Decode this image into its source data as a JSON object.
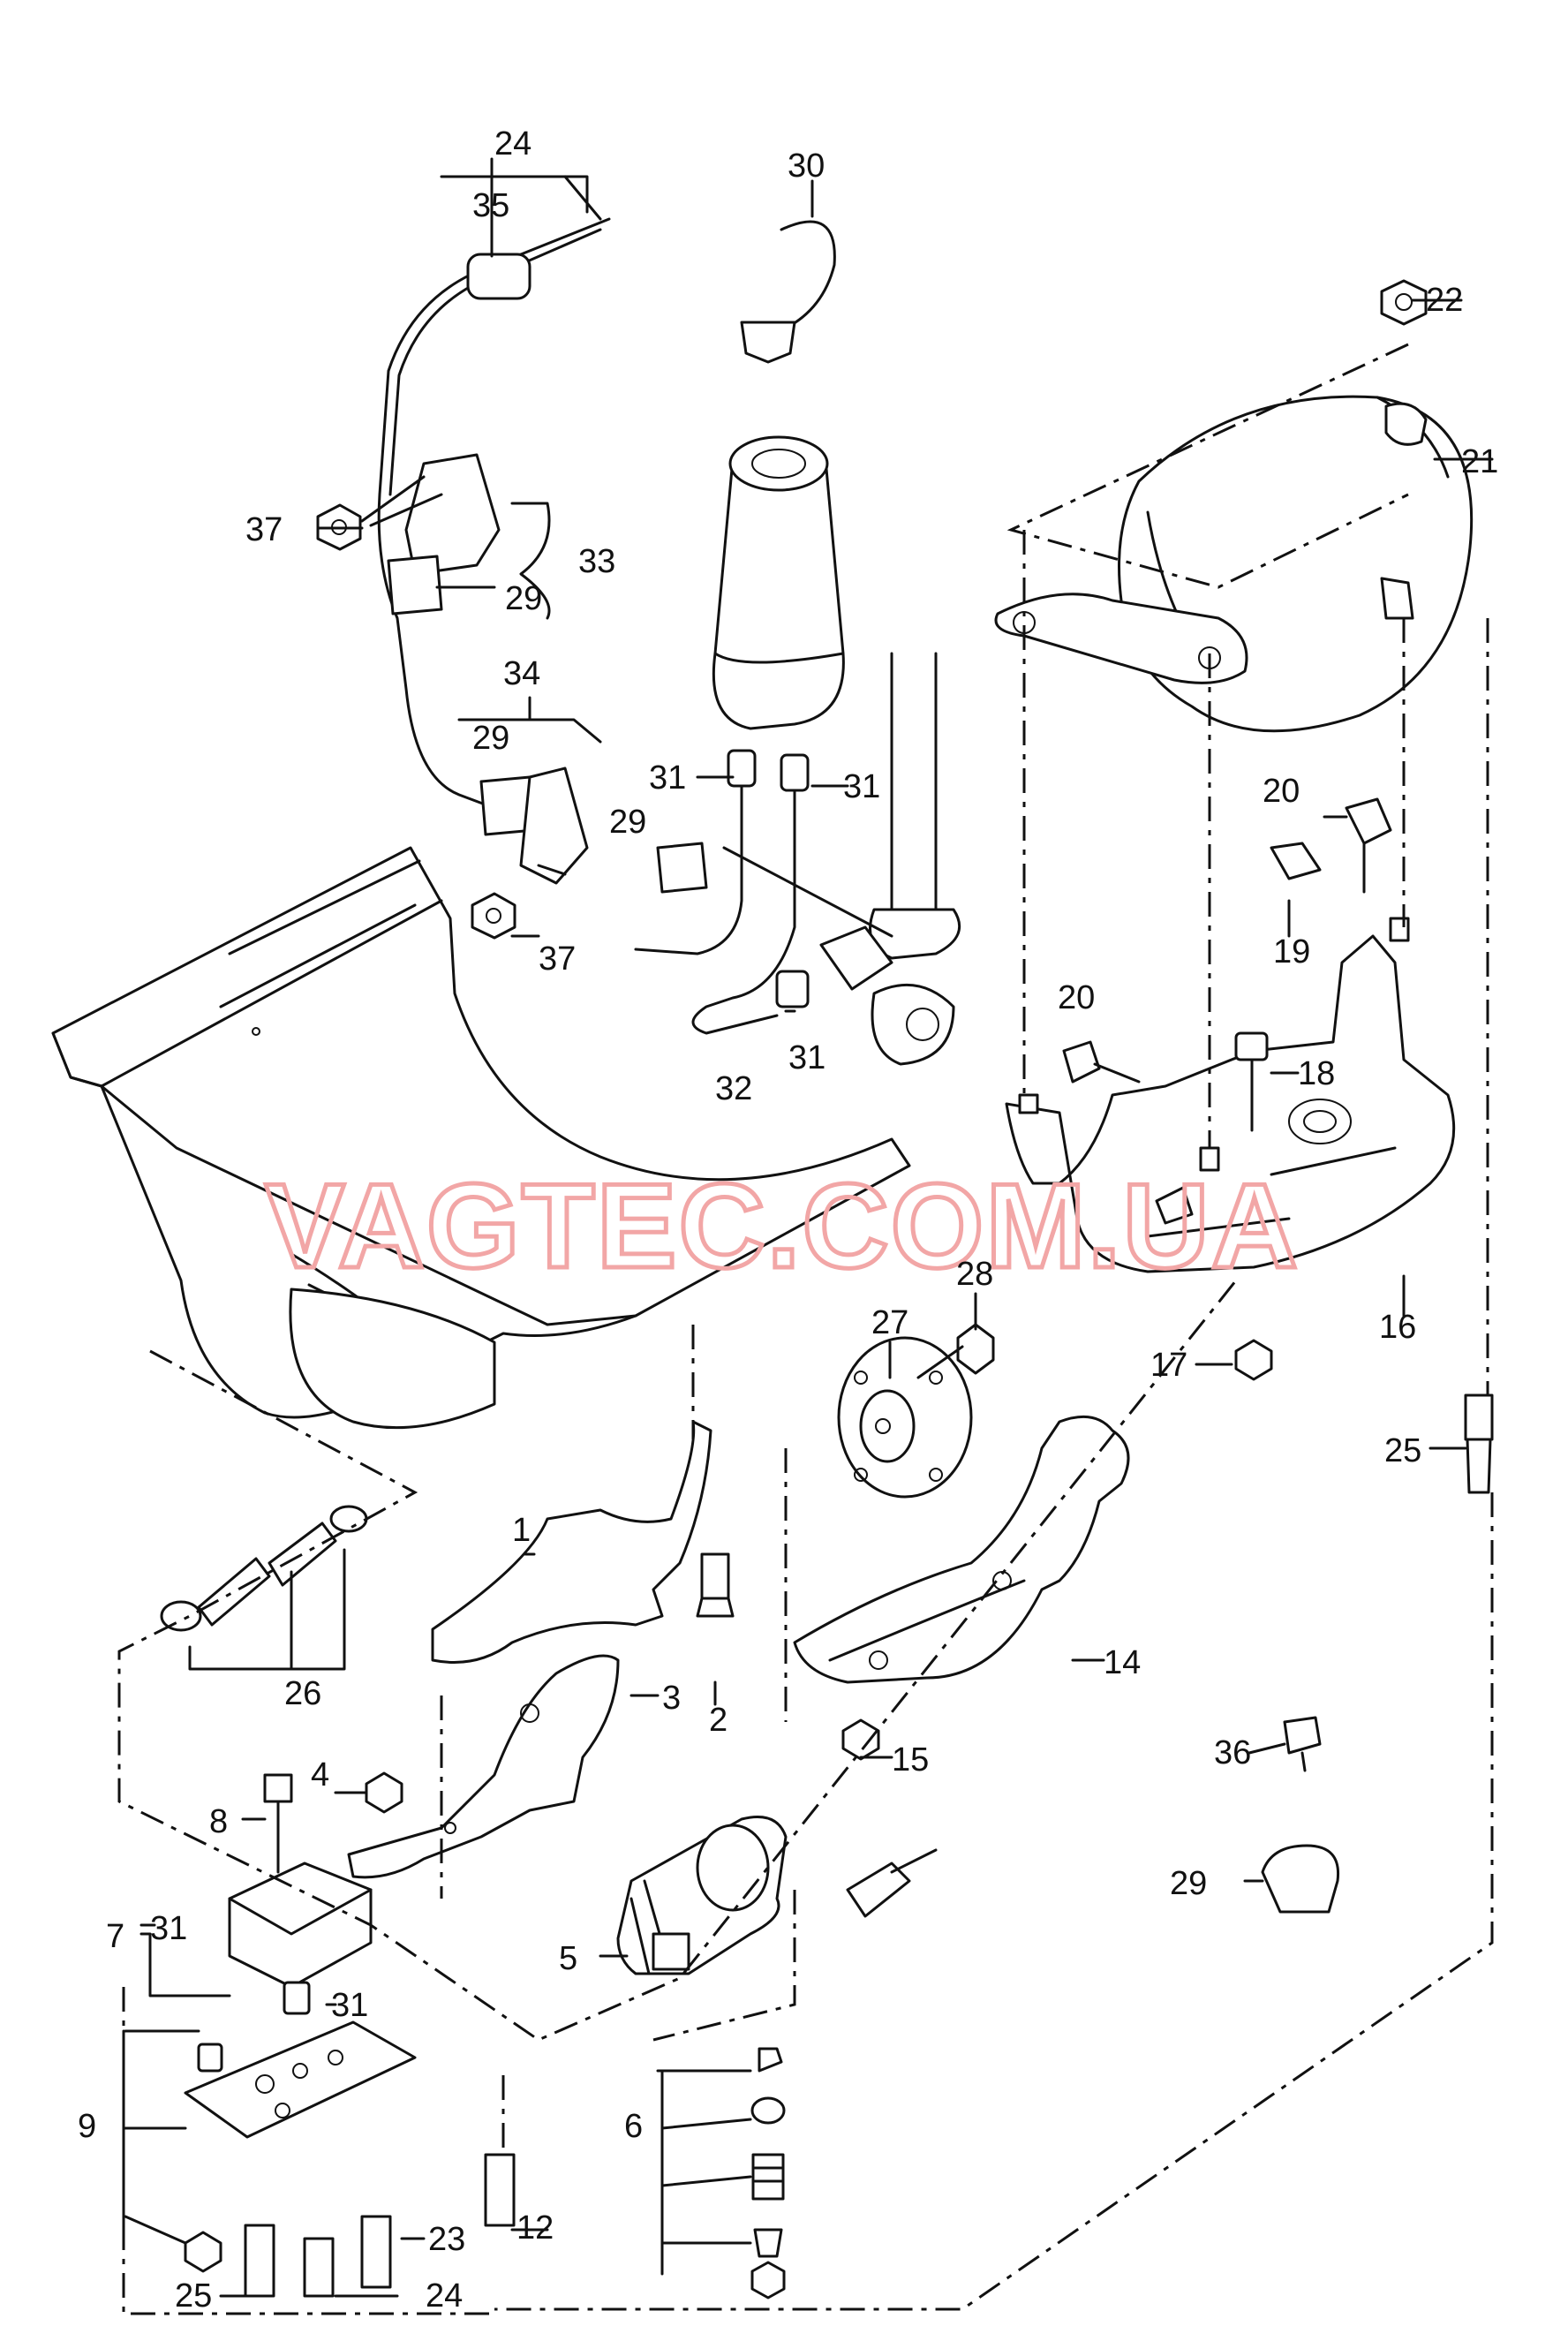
{
  "watermark": "VAGTEC.COM.UA",
  "callouts": {
    "c1": "1",
    "c2": "2",
    "c3": "3",
    "c4": "4",
    "c5": "5",
    "c6": "6",
    "c7": "7",
    "c8": "8",
    "c9": "9",
    "c12": "12",
    "c14": "14",
    "c15": "15",
    "c16": "16",
    "c17": "17",
    "c18": "18",
    "c19": "19",
    "c20a": "20",
    "c20b": "20",
    "c21": "21",
    "c22": "22",
    "c23": "23",
    "c24a": "24",
    "c24b": "24",
    "c25a": "25",
    "c25b": "25",
    "c26": "26",
    "c27": "27",
    "c28": "28",
    "c29a": "29",
    "c29b": "29",
    "c29c": "29",
    "c29d": "29",
    "c30": "30",
    "c31a": "31",
    "c31b": "31",
    "c31c": "31",
    "c31d": "31",
    "c31e": "31",
    "c32": "32",
    "c33": "33",
    "c34": "34",
    "c35": "35",
    "c36": "36",
    "c37a": "37",
    "c37b": "37"
  },
  "colors": {
    "line": "#111111",
    "watermark": "#f2a6a6",
    "background": "#ffffff"
  }
}
